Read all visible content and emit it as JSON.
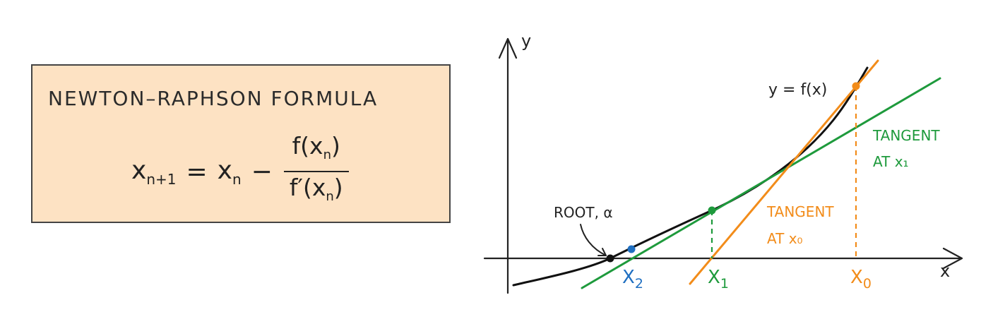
{
  "formula": {
    "title": "NEWTON–RAPHSON  FORMULA",
    "lhs_var": "x",
    "lhs_sub": "n+1",
    "equals": "=",
    "rhs_var": "x",
    "rhs_sub": "n",
    "minus": "−",
    "numerator_pre": "f(x",
    "numerator_sub": "n",
    "numerator_post": ")",
    "denominator_pre": "f′(x",
    "denominator_sub": "n",
    "denominator_post": ")"
  },
  "graph": {
    "y_axis_label": "y",
    "x_axis_label": "x",
    "curve_label": "y = f(x)",
    "root_label": "ROOT, α",
    "x0_label": "X",
    "x0_sub": "0",
    "x1_label": "X",
    "x1_sub": "1",
    "x2_label": "X",
    "x2_sub": "2",
    "tangent_x1_line1": "TANGENT",
    "tangent_x1_line2": "AT  x₁",
    "tangent_x0_line1": "TANGENT",
    "tangent_x0_line2": "AT  x₀",
    "colors": {
      "curve": "#111111",
      "tangent_x1": "#1e9a3c",
      "tangent_x0": "#f28c1a",
      "x2_point": "#1f6fc1",
      "box_fill": "#fde2c3"
    }
  }
}
